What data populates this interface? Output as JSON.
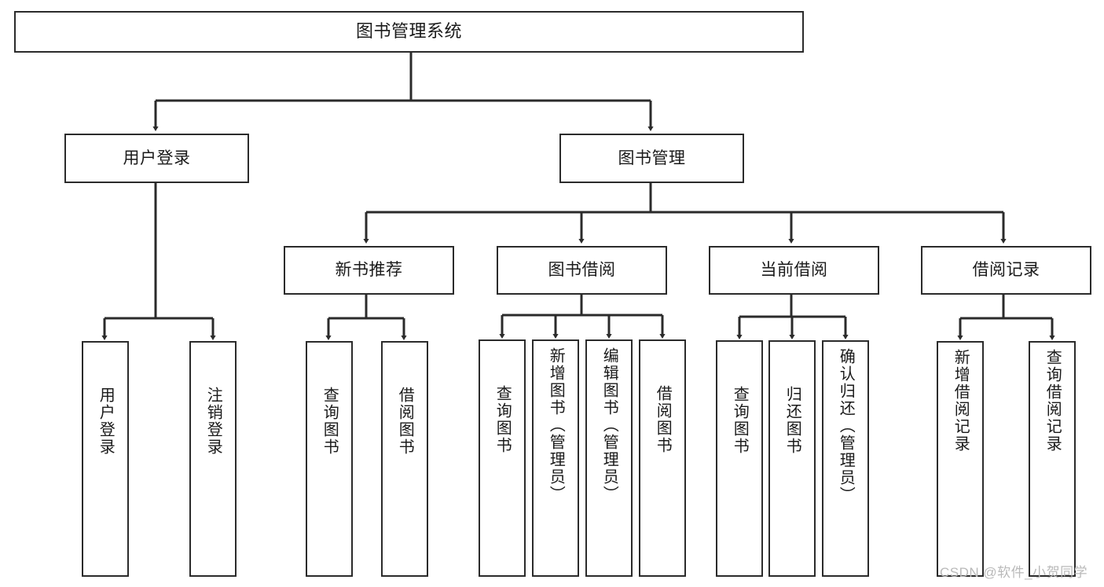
{
  "diagram": {
    "type": "hierarchy-tree",
    "title": "图书管理系统",
    "root": {
      "id": "root",
      "label": "图书管理系统"
    },
    "level2": [
      {
        "id": "user-login",
        "label": "用户登录"
      },
      {
        "id": "book-manage",
        "label": "图书管理"
      }
    ],
    "level3": [
      {
        "id": "new-book-recommend",
        "label": "新书推荐"
      },
      {
        "id": "book-borrow",
        "label": "图书借阅"
      },
      {
        "id": "current-borrow",
        "label": "当前借阅"
      },
      {
        "id": "borrow-record",
        "label": "借阅记录"
      }
    ],
    "leaves": {
      "user_login": [
        {
          "id": "leaf-user-login",
          "label": "用户登录"
        },
        {
          "id": "leaf-logout-login",
          "label": "注销登录"
        }
      ],
      "new_book_recommend": [
        {
          "id": "leaf-query-book-1",
          "label": "查询图书"
        },
        {
          "id": "leaf-borrow-book-1",
          "label": "借阅图书"
        }
      ],
      "book_borrow": [
        {
          "id": "leaf-query-book-2",
          "label": "查询图书"
        },
        {
          "id": "leaf-add-book",
          "label": "新增图书（管理员）"
        },
        {
          "id": "leaf-edit-book",
          "label": "编辑图书（管理员）"
        },
        {
          "id": "leaf-borrow-book-2",
          "label": "借阅图书"
        }
      ],
      "current_borrow": [
        {
          "id": "leaf-query-book-3",
          "label": "查询图书"
        },
        {
          "id": "leaf-return-book",
          "label": "归还图书"
        },
        {
          "id": "leaf-confirm-return",
          "label": "确认归还（管理员）"
        }
      ],
      "borrow_record": [
        {
          "id": "leaf-add-record",
          "label": "新增借阅记录"
        },
        {
          "id": "leaf-query-record",
          "label": "查询借阅记录"
        }
      ]
    }
  },
  "watermark": {
    "text": "CSDN @软件_小贺同学"
  },
  "colors": {
    "border": "#2b2b2b",
    "background": "#ffffff",
    "text": "#1a1a1a",
    "watermark": "#b9b9b9"
  }
}
